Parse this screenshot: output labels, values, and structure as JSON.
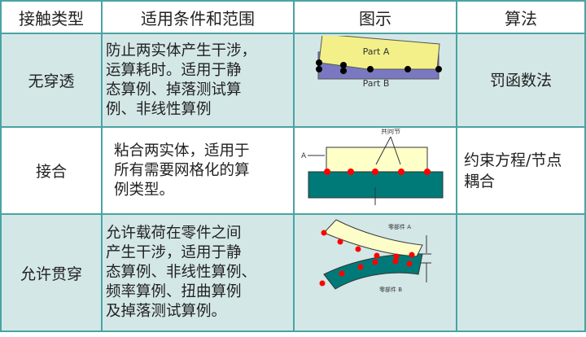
{
  "headers": [
    "接触类型",
    "适用条件和范围",
    "图示",
    "算法"
  ],
  "rows": [
    {
      "type": "无穿透",
      "condition_lines": [
        "防止两实体产生干涉，",
        "运算耗时。适用于静",
        "态算例、掉落测试算",
        "例、非线性算例"
      ],
      "figure": {
        "label_a": "Part A",
        "label_b": "Part B"
      },
      "algorithm_lines": [
        "罚函数法"
      ]
    },
    {
      "type": "接合",
      "condition_lines": [
        "粘合两实体，适用于",
        "所有需要网格化的算",
        "例类型。"
      ],
      "figure": {
        "label_a": "A",
        "label_nodes": "共同节"
      },
      "algorithm_lines": [
        "约束方程/节点",
        "耦合"
      ]
    },
    {
      "type": "允许贯穿",
      "condition_lines": [
        "允许载荷在零件之间",
        "产生干涉，适用于静",
        "态算例、非线性算例、",
        "频率算例、扭曲算例",
        "及掉落测试算例。"
      ],
      "figure": {
        "label_a": "零部件 A",
        "label_b": "零部件 B"
      },
      "algorithm_lines": []
    }
  ],
  "colors": {
    "border": "#4aa3a3",
    "shade": "#d4e7e7",
    "part_yellow": "#f3f08a",
    "part_purple": "#7a78c0",
    "teal": "#007a78",
    "node_red": "#ff0000"
  }
}
